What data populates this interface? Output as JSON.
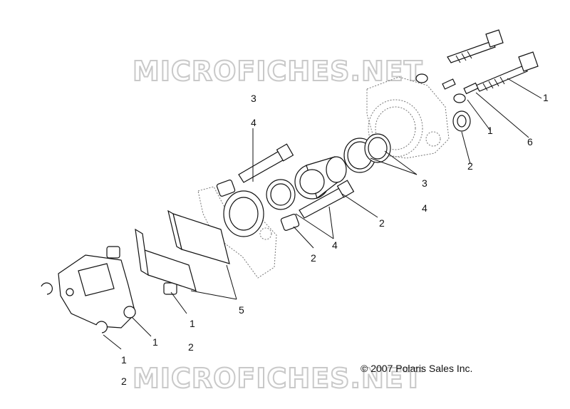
{
  "watermark_top": "MICROFICHES.NET",
  "watermark_bottom": "MICROFICHES.NET",
  "copyright": "© 2007 Polaris Sales Inc.",
  "callouts": {
    "c1": "1",
    "c2": "1",
    "c3": "6",
    "c4": "2",
    "c5": "3",
    "c6": "4",
    "c7": "3",
    "c8": "4",
    "c9": "2",
    "c10": "4",
    "c11": "2",
    "c12": "5",
    "c13": "1",
    "c14": "1",
    "c15": "2",
    "c16": "1",
    "c17": "2"
  },
  "colors": {
    "line": "#111111",
    "watermark_outline": "#c9c9c9",
    "ghost": "#777777"
  }
}
